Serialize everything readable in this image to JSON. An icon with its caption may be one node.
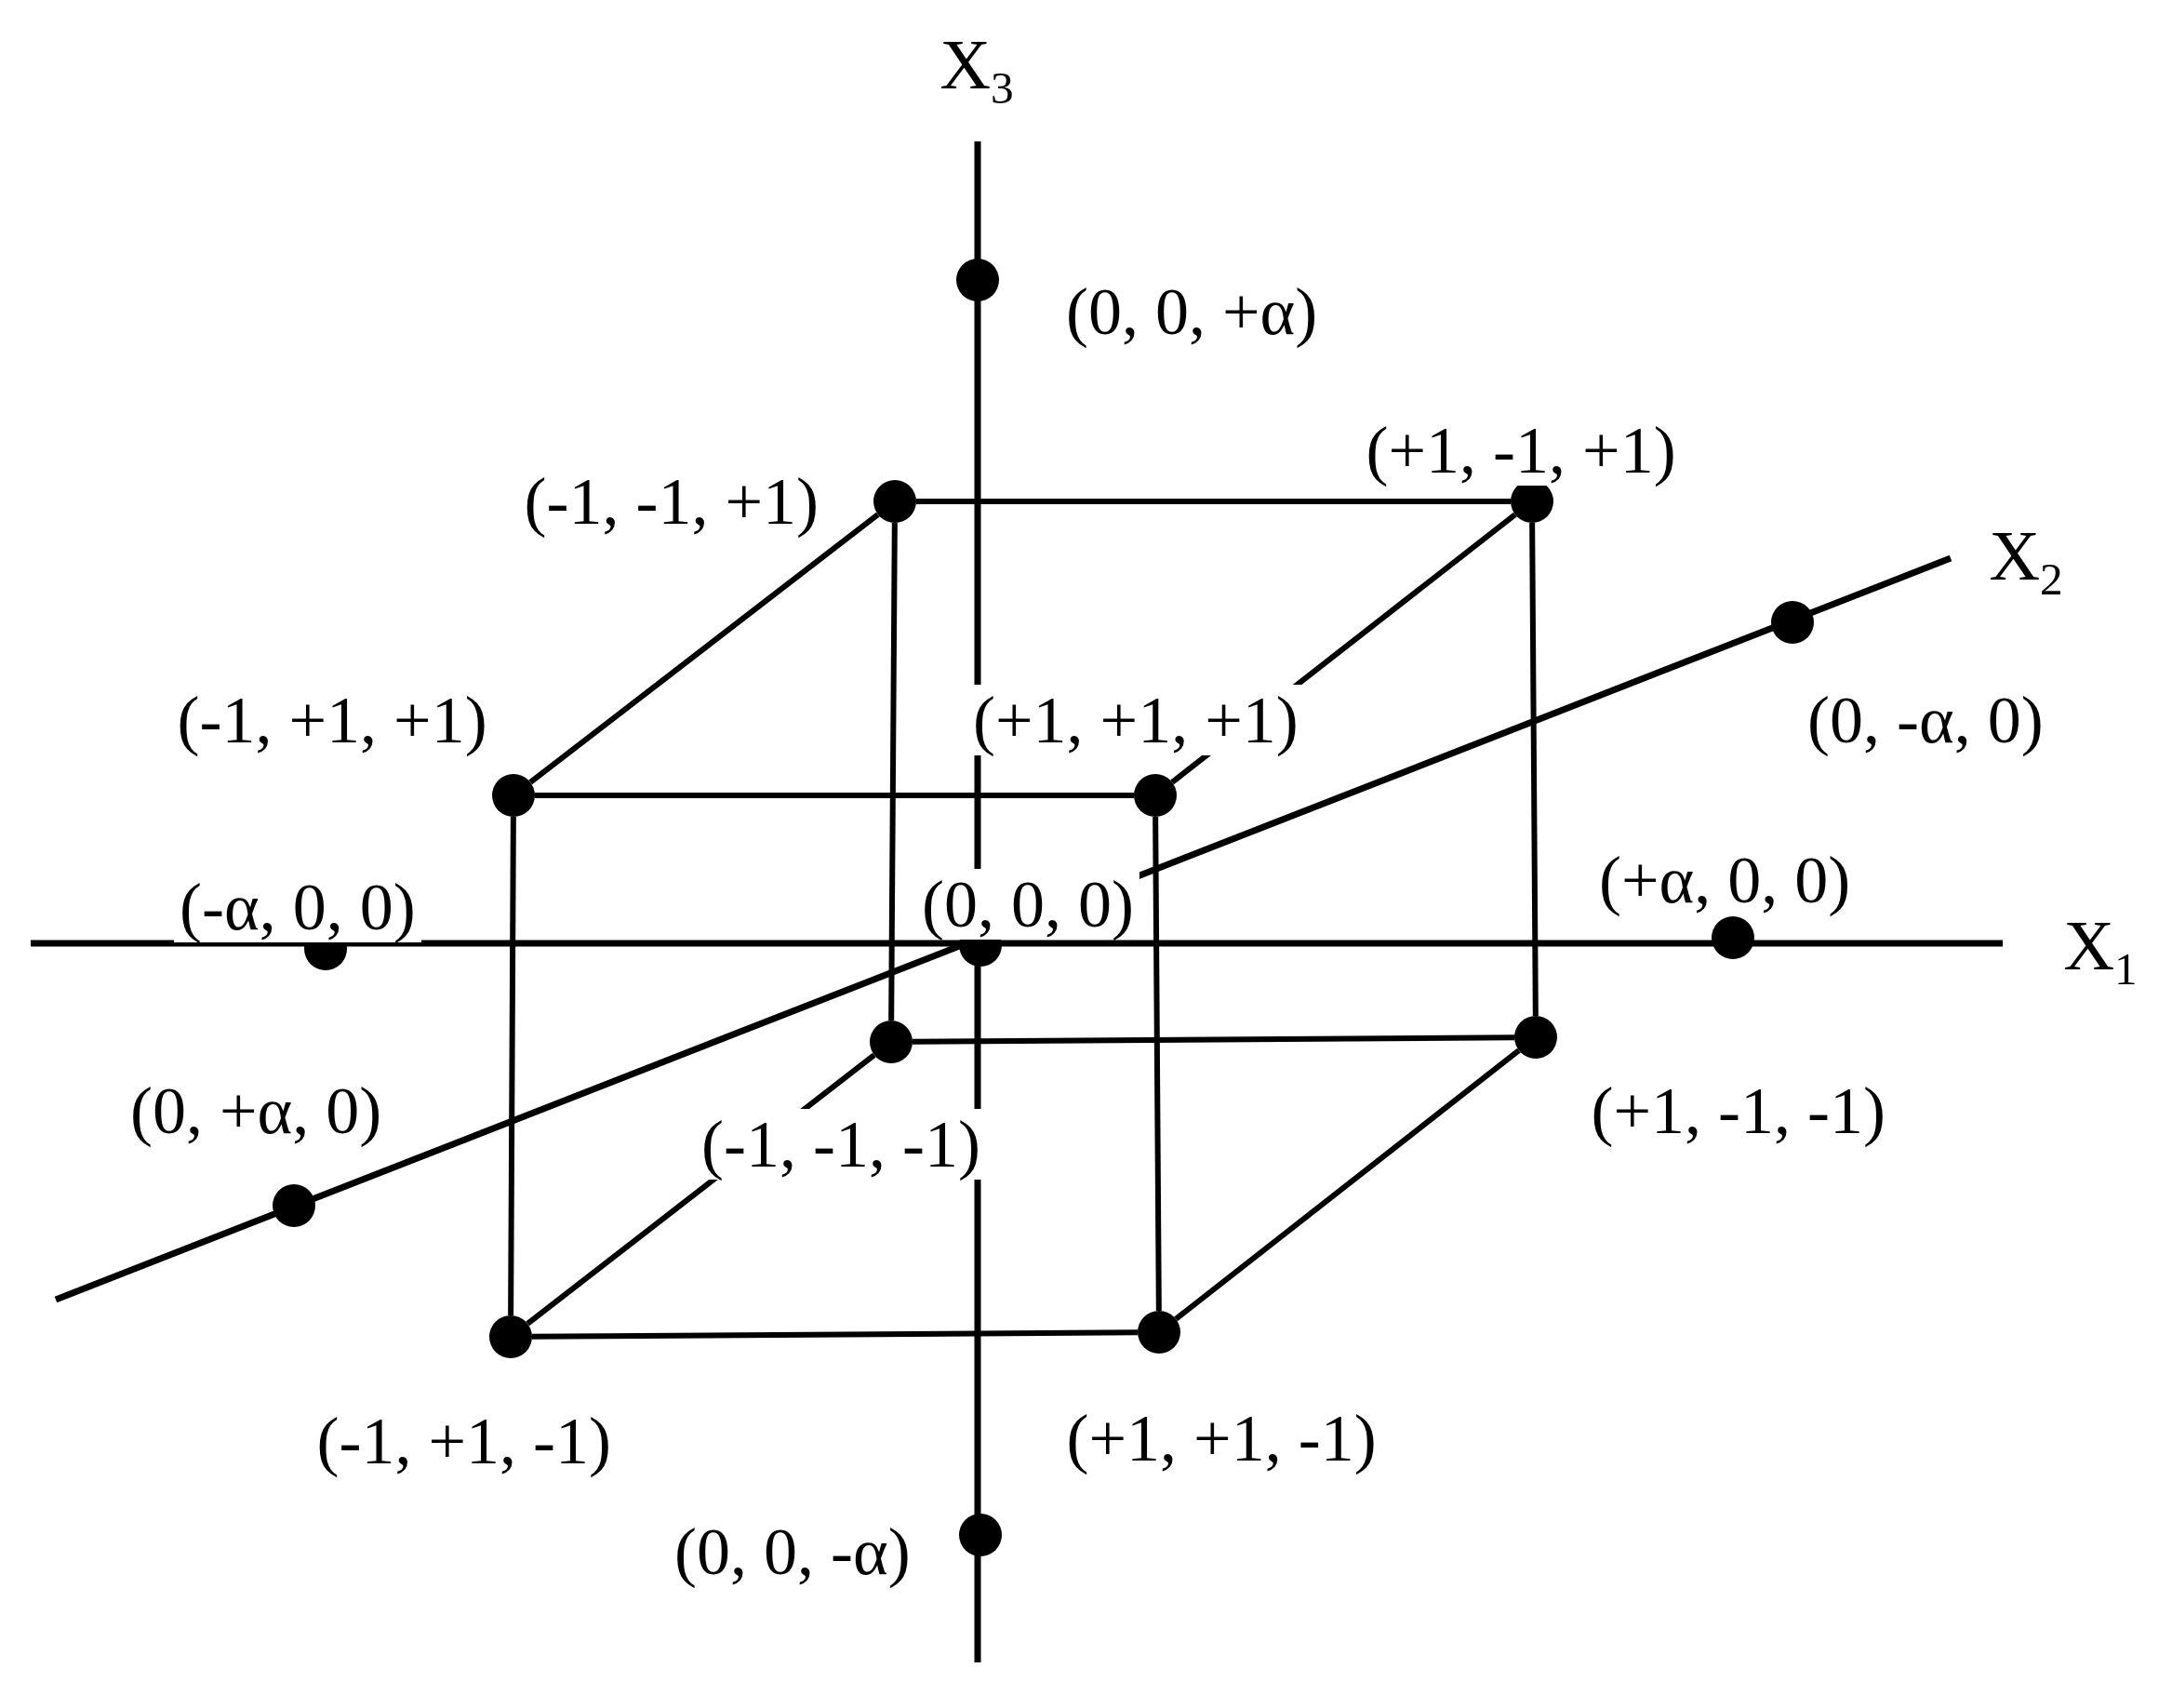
{
  "diagram": {
    "nodes": [
      {
        "text": [
          "(0, 0, +α)"
        ]
      },
      {
        "text": [
          "(-1, -1, +1)"
        ]
      },
      {
        "text": [
          "(+1, -1, +1)"
        ]
      },
      {
        "text": [
          "(0, -α, 0)"
        ]
      },
      {
        "text": [
          "(-1, +1, +1)"
        ]
      },
      {
        "text": [
          "(+1, +1, +1)"
        ]
      },
      {
        "text": [
          "(-α, 0, 0)"
        ]
      },
      {
        "text": [
          "(0, 0, 0)"
        ]
      },
      {
        "text": [
          "(+α, 0, 0)"
        ]
      },
      {
        "text": [
          "(-1, -1, -1)"
        ]
      },
      {
        "text": [
          "(+1, -1, -1)"
        ]
      },
      {
        "text": [
          "(0, +α, 0)"
        ]
      },
      {
        "text": [
          "(-1, +1, -1)"
        ]
      },
      {
        "text": [
          "(+1, +1, -1)"
        ]
      },
      {
        "text": [
          "(0, 0, -α)"
        ]
      }
    ],
    "edges": [
      {
        "from": 1,
        "to": 2,
        "arrow": "none"
      },
      {
        "from": 1,
        "to": 4,
        "arrow": "none"
      },
      {
        "from": 2,
        "to": 5,
        "arrow": "none"
      },
      {
        "from": 4,
        "to": 5,
        "arrow": "none"
      },
      {
        "from": 1,
        "to": 9,
        "arrow": "none"
      },
      {
        "from": 2,
        "to": 10,
        "arrow": "none"
      },
      {
        "from": 4,
        "to": 12,
        "arrow": "none"
      },
      {
        "from": 5,
        "to": 13,
        "arrow": "none"
      },
      {
        "from": 9,
        "to": 10,
        "arrow": "none"
      },
      {
        "from": 9,
        "to": 12,
        "arrow": "none"
      },
      {
        "from": 10,
        "to": 13,
        "arrow": "none"
      },
      {
        "from": 12,
        "to": 13,
        "arrow": "none"
      }
    ],
    "labels": [
      "X$_{3}$",
      "X$_{2}$",
      "X$_{1}$"
    ]
  }
}
